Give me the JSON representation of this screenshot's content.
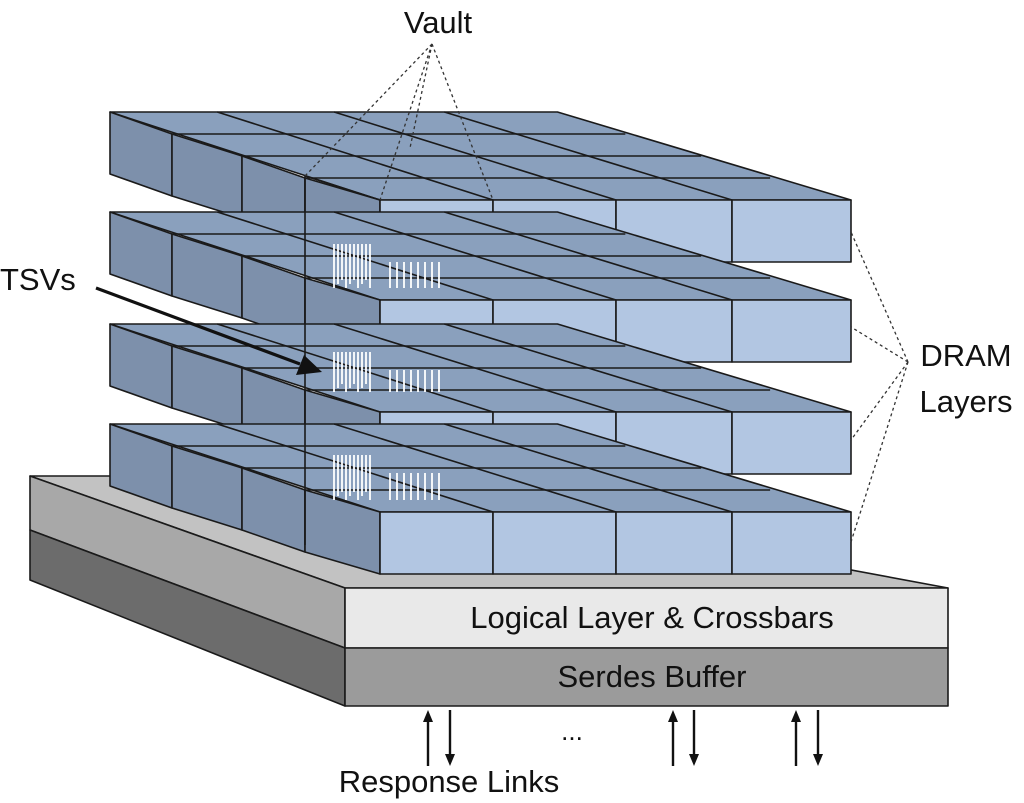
{
  "labels": {
    "vault": "Vault",
    "tsvs": "TSVs",
    "dram_line1": "DRAM",
    "dram_line2": "Layers",
    "logic_layer": "Logical Layer & Crossbars",
    "serdes": "Serdes Buffer",
    "ellipsis": "...",
    "response_links": "Response Links"
  },
  "colors": {
    "cube_front": "#b2c6e2",
    "cube_top": "#8aa0bd",
    "cube_side": "#7d90ab",
    "base_top": "#c2c2c2",
    "base_side_top": "#a8a8a8",
    "base_side_bottom": "#6c6c6c",
    "logic_face": "#e9e9e9",
    "serdes_face": "#9b9b9b",
    "tsv": "#ffffff"
  },
  "stack": {
    "dram_layer_count": 4,
    "vault_grid": "4x4"
  }
}
